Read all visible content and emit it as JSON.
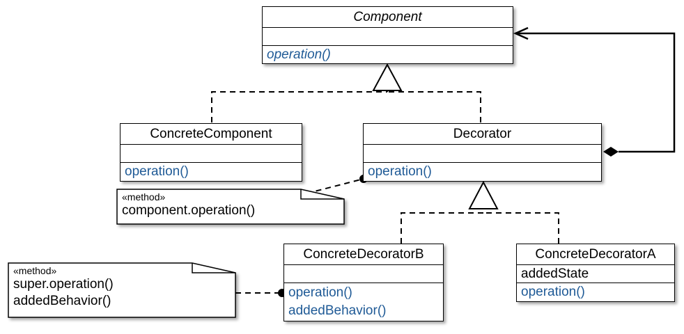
{
  "component": {
    "name": "Component",
    "operation": "operation()"
  },
  "concrete_component": {
    "name": "ConcreteComponent",
    "operation": "operation()"
  },
  "decorator": {
    "name": "Decorator",
    "operation": "operation()"
  },
  "concrete_decorator_b": {
    "name": "ConcreteDecoratorB",
    "operation1": "operation()",
    "operation2": "addedBehavior()"
  },
  "concrete_decorator_a": {
    "name": "ConcreteDecoratorA",
    "attribute": "addedState",
    "operation": "operation()"
  },
  "note_decorator": {
    "stereotype": "«method»",
    "line1": "component.operation()"
  },
  "note_b": {
    "stereotype": "«method»",
    "line1": "super.operation()",
    "line2": "addedBehavior()"
  },
  "colors": {
    "operation_text": "#1f5a96",
    "line": "#000000"
  }
}
